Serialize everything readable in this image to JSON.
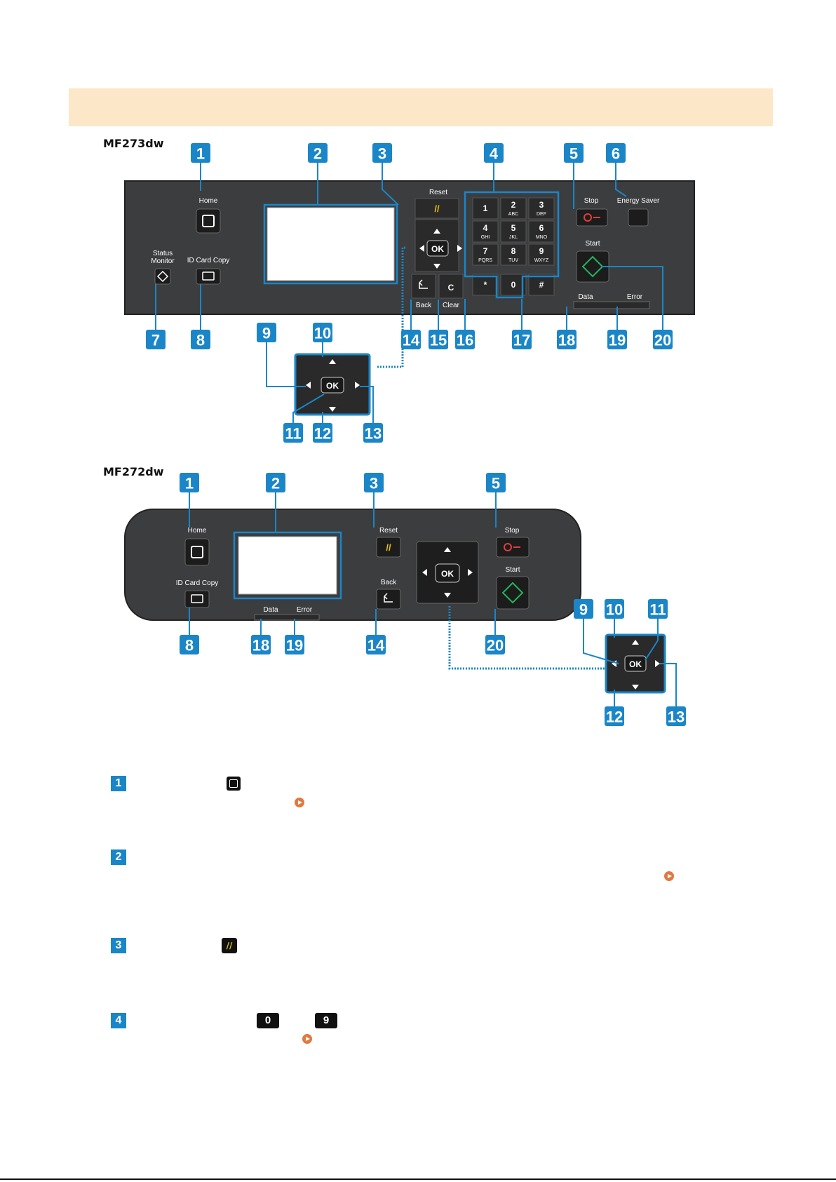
{
  "models": {
    "top": "MF273dw",
    "bottom": "MF272dw"
  },
  "panel_labels": {
    "home": "Home",
    "reset": "Reset",
    "stop": "Stop",
    "energy_saver": "Energy Saver",
    "start": "Start",
    "status_monitor_1": "Status",
    "status_monitor_2": "Monitor",
    "id_card_copy": "ID Card Copy",
    "back": "Back",
    "clear": "Clear",
    "data": "Data",
    "error": "Error",
    "ok": "OK"
  },
  "keypad": [
    {
      "num": "1",
      "sub": ""
    },
    {
      "num": "2",
      "sub": "ABC"
    },
    {
      "num": "3",
      "sub": "DEF"
    },
    {
      "num": "4",
      "sub": "GHI"
    },
    {
      "num": "5",
      "sub": "JKL"
    },
    {
      "num": "6",
      "sub": "MNO"
    },
    {
      "num": "7",
      "sub": "PQRS"
    },
    {
      "num": "8",
      "sub": "TUV"
    },
    {
      "num": "9",
      "sub": "WXYZ"
    },
    {
      "num": "*",
      "sub": ""
    },
    {
      "num": "0",
      "sub": ""
    },
    {
      "num": "#",
      "sub": ""
    }
  ],
  "callouts": [
    "1",
    "2",
    "3",
    "4",
    "5",
    "6",
    "7",
    "8",
    "9",
    "10",
    "11",
    "12",
    "13",
    "14",
    "15",
    "16",
    "17",
    "18",
    "19",
    "20"
  ],
  "list": {
    "item1": "1",
    "item2": "2",
    "item3": "3",
    "item4": "4",
    "key_zero": "0",
    "key_nine": "9"
  }
}
